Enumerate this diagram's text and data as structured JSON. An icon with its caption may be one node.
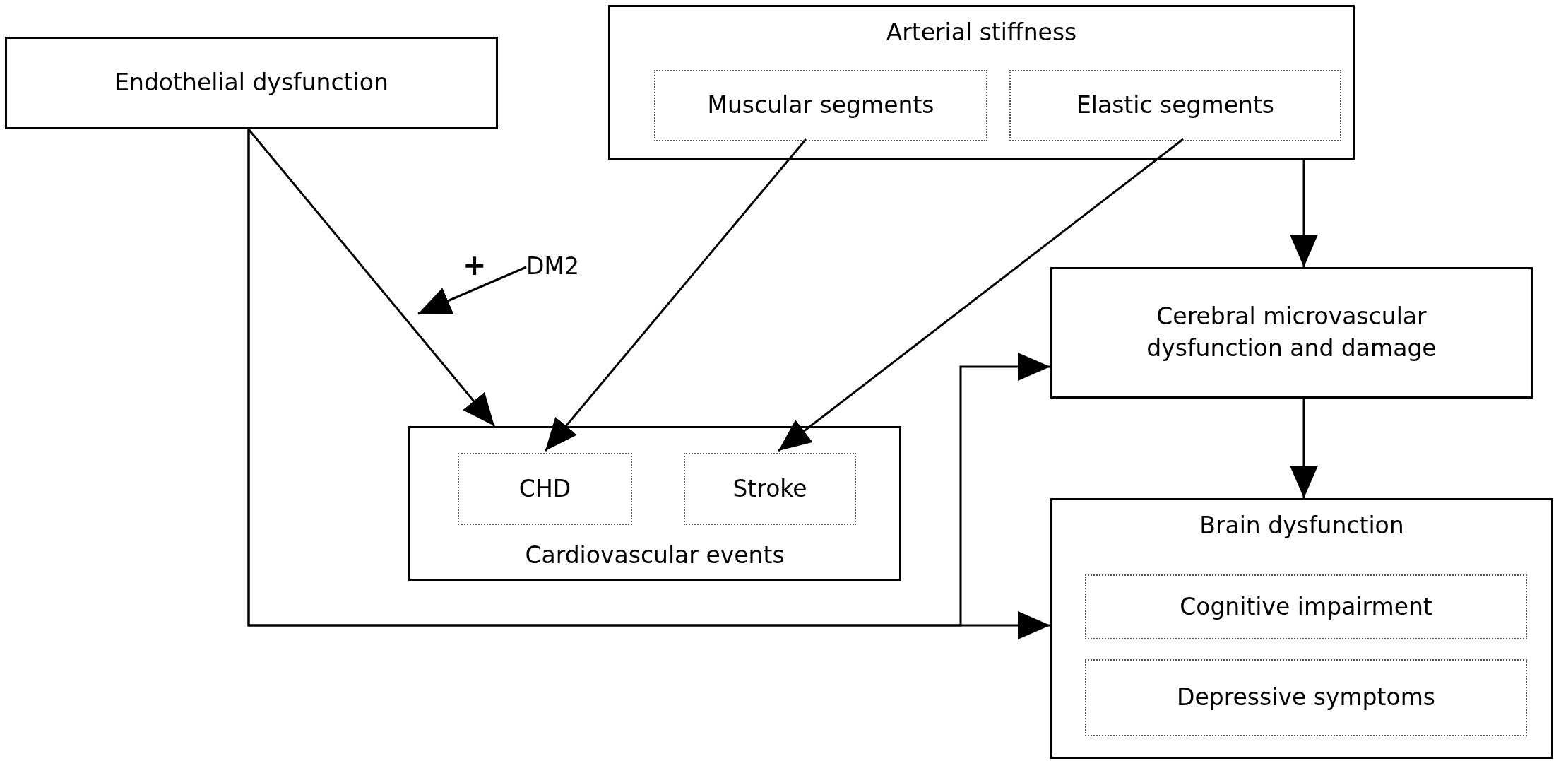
{
  "diagram": {
    "nodes": [
      {
        "text": [
          "Endothelial dysfunction"
        ]
      },
      {
        "text": [
          "Arterial stiffness"
        ]
      },
      {
        "text": [
          "Muscular segments"
        ],
        "in": 1
      },
      {
        "text": [
          "Elastic segments"
        ],
        "in": 1
      },
      {
        "text": [
          "DM2"
        ]
      },
      {
        "text": [
          "Cardiovascular events"
        ]
      },
      {
        "text": [
          "CHD"
        ],
        "in": 5
      },
      {
        "text": [
          "Stroke"
        ],
        "in": 5
      },
      {
        "text": [
          "Cerebral microvascular dysfunction and damage"
        ]
      },
      {
        "text": [
          "Brain dysfunction"
        ]
      },
      {
        "text": [
          "Cognitive impairment"
        ],
        "in": 9
      },
      {
        "text": [
          "Depressive symptoms"
        ],
        "in": 9
      }
    ],
    "edges": [
      {
        "from": 0,
        "to": 5,
        "arrow": "to"
      },
      {
        "from": 2,
        "to": 6,
        "arrow": "to"
      },
      {
        "from": 3,
        "to": 7,
        "arrow": "to"
      },
      {
        "from": 1,
        "to": 8,
        "arrow": "to"
      },
      {
        "from": 8,
        "to": 9,
        "arrow": "to"
      },
      {
        "from": 0,
        "to": 9,
        "arrow": "to"
      },
      {
        "from": 0,
        "to": 8,
        "arrow": "to"
      },
      {
        "from": 4,
        "to": null,
        "arrow": "to",
        "label": "+"
      }
    ]
  }
}
